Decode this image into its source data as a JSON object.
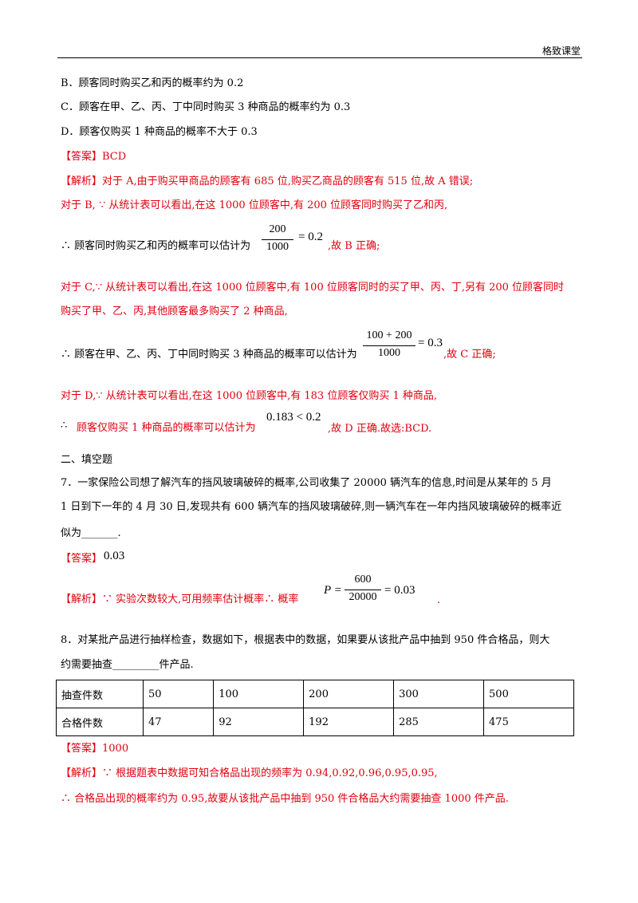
{
  "header": {
    "brand": "格致课堂"
  },
  "options": {
    "B": "B．顾客同时购买乙和丙的概率约为 0.2",
    "C": "C．顾客在甲、乙、丙、丁中同时购买 3 种商品的概率约为 0.3",
    "D": "D．顾客仅购买 1 种商品的概率不大于 0.3"
  },
  "q6": {
    "answer": "【答案】BCD",
    "analysis_tag": "【解析】",
    "line1": "对于 A,由于购买甲商品的顾客有 685 位,购买乙商品的顾客有 515 位,故 A 错误;",
    "line2": "对于 B, ∵ 从统计表可以看出,在这 1000 位顾客中,有 200 位顾客同时购买了乙和丙,",
    "line3_pre": "∴ 顾客同时购买乙和丙的概率可以估计为",
    "frac_b_num": "200",
    "frac_b_den": "1000",
    "frac_b_val": "= 0.2",
    "line3_post": ",故 B 正确;",
    "line4": "对于 C,∵  从统计表可以看出,在这 1000 位顾客中,有 100 位顾客同时的买了甲、丙、丁,另有 200 位顾客同时",
    "line5": "购买了甲、乙、丙,其他顾客最多购买了 2 种商品,",
    "line6_pre": "∴  顾客在甲、乙、丙、丁中同时购买 3 种商品的概率可以估计为",
    "frac_c_num": "100 + 200",
    "frac_c_den": "1000",
    "frac_c_val": "= 0.3",
    "line6_post": ",故 C 正确;",
    "line7": "对于 D,∵  从统计表可以看出,在这 1000 位顾客中,有 183 位顾客仅购买 1 种商品,",
    "line8_sym": "∴",
    "line8_pre": "顾客仅购买 1 种商品的概率可以估计为",
    "line8_expr": "0.183 < 0.2",
    "line8_post": ",故 D 正确.故选:BCD."
  },
  "section2": "二、填空题",
  "q7": {
    "line1": "7．一家保险公司想了解汽车的挡风玻璃破碎的概率,公司收集了 20000 辆汽车的信息,时间是从某年的 5 月",
    "line2": "1 日到下一年的 4 月 30 日,发现共有 600 辆汽车的挡风玻璃破碎,则一辆汽车在一年内挡风玻璃破碎的概率近",
    "line3": "似为_______.",
    "answer_tag": "【答案】",
    "answer_val": "0.03",
    "analysis_tag": "【解析】",
    "analysis_pre": "∵  实验次数较大,可用频率估计概率∴  概率",
    "expr_p": "P =",
    "frac_num": "600",
    "frac_den": "20000",
    "frac_val": "= 0.03",
    "analysis_post": "."
  },
  "q8": {
    "line1": "8．对某批产品进行抽样检查，数据如下，根据表中的数据，如果要从该批产品中抽到 950 件合格品，则大",
    "line2": "约需要抽查_________件产品.",
    "table": [
      [
        "抽查件数",
        "50",
        "100",
        "200",
        "300",
        "500"
      ],
      [
        "合格件数",
        "47",
        "92",
        "192",
        "285",
        "475"
      ]
    ],
    "answer": "【答案】1000",
    "analysis_tag": "【解析】",
    "analysis1": "∵  根据题表中数据可知合格品出现的频率为 0.94,0.92,0.96,0.95,0.95,",
    "analysis2": "∴  合格品出现的概率约为 0.95,故要从该批产品中抽到 950 件合格品大约需要抽查 1000 件产品."
  },
  "colors": {
    "answer_red": "#e0000f",
    "text": "#000000"
  }
}
